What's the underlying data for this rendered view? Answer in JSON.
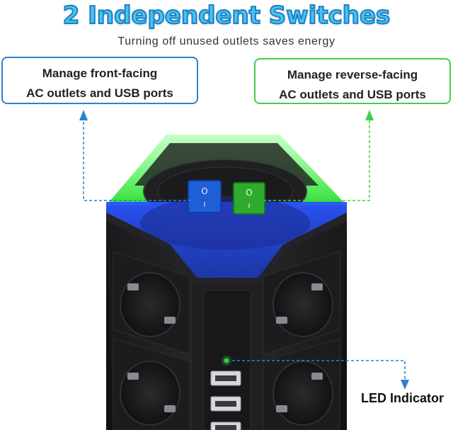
{
  "title": "2 Independent Switches",
  "subtitle": "Turning off unused outlets saves energy",
  "callouts": {
    "front": {
      "line1": "Manage front-facing",
      "line2": "AC outlets and USB ports",
      "color": "#2f7fd4"
    },
    "reverse": {
      "line1": "Manage reverse-facing",
      "line2": "AC outlets and USB ports",
      "color": "#3fcf4f"
    }
  },
  "switches": {
    "blue": {
      "on_symbol": "O",
      "off_symbol": "I",
      "color": "#1f5fd6"
    },
    "green": {
      "on_symbol": "O",
      "off_symbol": "I",
      "color": "#2faa2f"
    }
  },
  "led_label": "LED Indicator",
  "colors": {
    "title": "#49c2f0",
    "title_outline": "#1c7fc4",
    "body": "#1e1e20",
    "led": "#3ad13a"
  }
}
